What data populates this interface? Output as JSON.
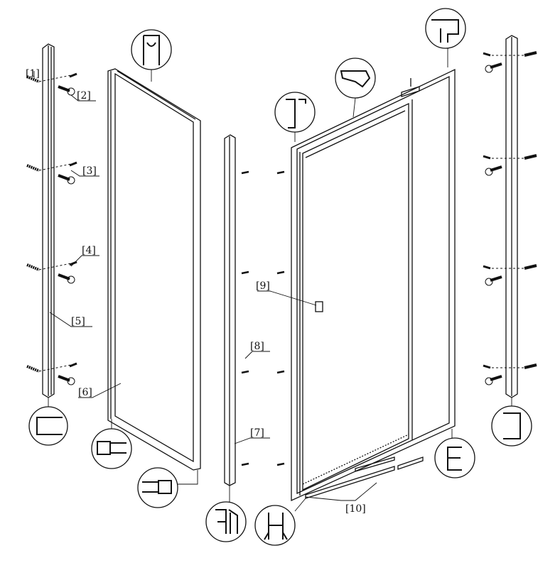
{
  "title": "Shower enclosure exploded assembly diagram",
  "callouts": [
    "1",
    "2",
    "3",
    "4",
    "5",
    "6",
    "7",
    "8",
    "9",
    "10"
  ],
  "colors": {
    "line": "#111111",
    "background": "#ffffff"
  }
}
